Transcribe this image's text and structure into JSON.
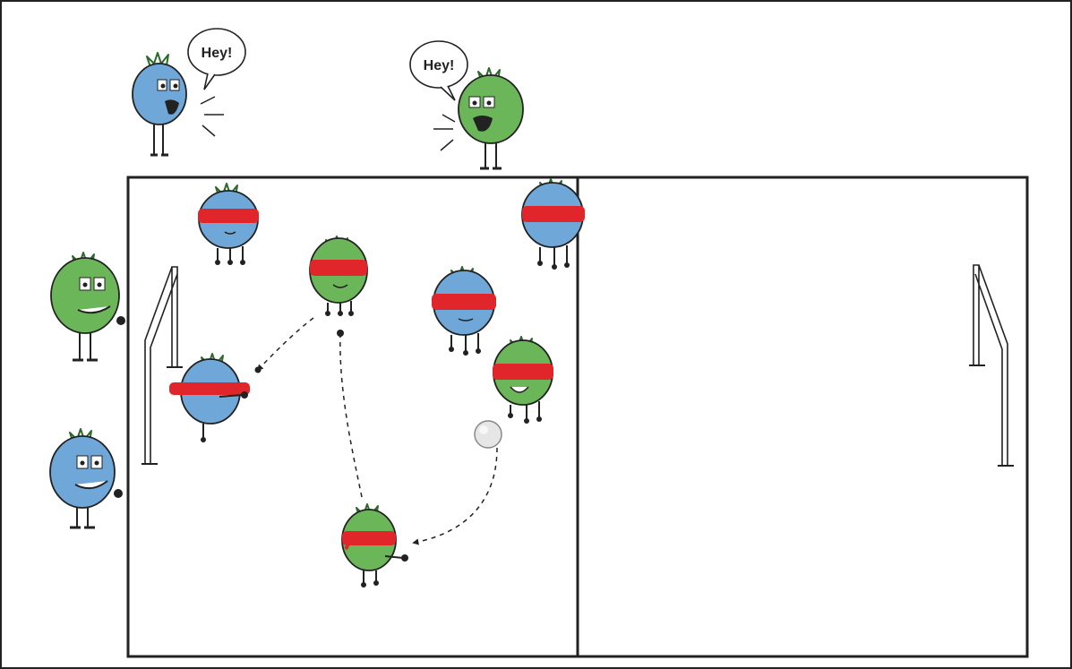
{
  "speech": {
    "blue_coach": "Hey!",
    "green_coach": "Hey!"
  },
  "colors": {
    "blue_team": "#6ea7d8",
    "green_team": "#6cb65a",
    "blindfold": "#e0262a",
    "ball": "#e6e6e6",
    "court_line": "#222222"
  },
  "figures": [
    {
      "name": "coach-blue",
      "team": "blue",
      "role": "coach",
      "blindfolded": false
    },
    {
      "name": "coach-green",
      "team": "green",
      "role": "coach",
      "blindfolded": false
    },
    {
      "name": "sub-green",
      "team": "green",
      "role": "substitute",
      "blindfolded": false
    },
    {
      "name": "sub-blue",
      "team": "blue",
      "role": "substitute",
      "blindfolded": false
    },
    {
      "name": "player-blue-1",
      "team": "blue",
      "role": "player",
      "blindfolded": true
    },
    {
      "name": "player-green-1",
      "team": "green",
      "role": "player",
      "blindfolded": true
    },
    {
      "name": "player-blue-2",
      "team": "blue",
      "role": "player",
      "blindfolded": true
    },
    {
      "name": "player-blue-3",
      "team": "blue",
      "role": "player",
      "blindfolded": true
    },
    {
      "name": "player-blue-4",
      "team": "blue",
      "role": "player",
      "blindfolded": true
    },
    {
      "name": "player-green-2",
      "team": "green",
      "role": "player",
      "blindfolded": true
    },
    {
      "name": "player-green-3",
      "team": "green",
      "role": "player",
      "blindfolded": true
    }
  ],
  "icons": [
    "goal-icon",
    "ball-icon",
    "speech-bubble-icon",
    "pass-arrow-icon"
  ]
}
